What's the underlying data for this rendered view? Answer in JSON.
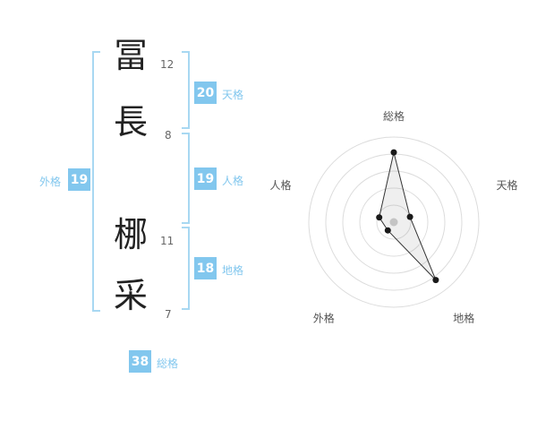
{
  "name_panel": {
    "characters": [
      {
        "char": "冨",
        "strokes": "12"
      },
      {
        "char": "長",
        "strokes": "8"
      },
      {
        "char": "梛",
        "strokes": "11"
      },
      {
        "char": "采",
        "strokes": "7"
      }
    ],
    "tenkaku": {
      "value": "20",
      "label": "天格"
    },
    "jinkaku": {
      "value": "19",
      "label": "人格"
    },
    "chikaku": {
      "value": "18",
      "label": "地格"
    },
    "gaikaku": {
      "value": "19",
      "label": "外格"
    },
    "soukaku": {
      "value": "38",
      "label": "総格"
    }
  },
  "colors": {
    "badge_blue": "#82C7EE",
    "bracket_blue": "#A8D8F2",
    "ring_gray": "#DCDCDC",
    "polygon_stroke": "#333333",
    "dot_black": "#1A1A1A",
    "center_dot_gray": "#C4C4C4"
  },
  "chart_data": {
    "type": "radar",
    "title": "",
    "axes": [
      "総格",
      "天格",
      "地格",
      "外格",
      "人格"
    ],
    "values": [
      4.1,
      1.0,
      4.2,
      0.6,
      0.9
    ],
    "max": 5,
    "rings": 5,
    "grid": "circular",
    "legend": "none"
  }
}
